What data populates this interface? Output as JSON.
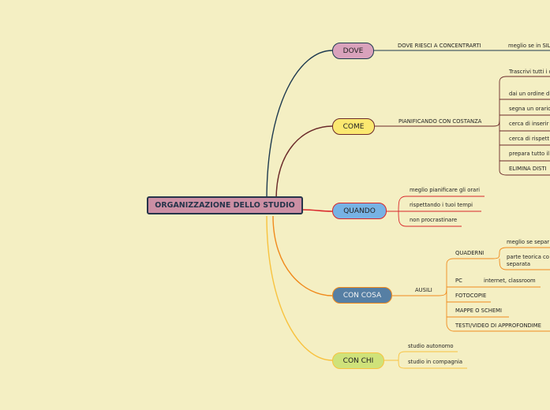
{
  "root": "ORGANIZZAZIONE DELLO STUDIO",
  "branches": {
    "dove": {
      "label": "DOVE",
      "sub": "DOVE RIESCI A CONCENTRARTI",
      "detail": "meglio se in SIL"
    },
    "come": {
      "label": "COME",
      "sub": "PIANIFICANDO CON COSTANZA",
      "items": [
        "Trascrivi tutti i c",
        "dai un ordine d",
        "segna un orario",
        "cerca di inserir",
        "cerca di rispett",
        "prepara tutto il",
        "ELIMINA DISTI"
      ]
    },
    "quando": {
      "label": "QUANDO",
      "items": [
        "meglio pianificare gli orari",
        "rispettando i tuoi tempi",
        "non procrastinare"
      ]
    },
    "concosa": {
      "label": "CON COSA",
      "sub": "AUSILI",
      "quaderni": "QUADERNI",
      "quaderni_items": [
        "meglio se separ",
        "parte teorica co separata"
      ],
      "pc": "PC",
      "pc_item": "internet, classroom",
      "fotocopie": "FOTOCOPIE",
      "mappe": "MAPPE O SCHEMI",
      "testi": "TESTI/VIDEO DI APPROFONDIME"
    },
    "conchi": {
      "label": "CON CHI",
      "items": [
        "studio autonomo",
        "studio in compagnia"
      ]
    }
  },
  "colors": {
    "background": "#f4efc3",
    "root_fill": "#cc8fa4",
    "root_border": "#26344a",
    "dove_fill": "#d9a2bc",
    "dove_line": "#1e3a4f",
    "come_fill": "#fbe870",
    "come_line": "#6b2a2a",
    "quando_fill": "#77b2e4",
    "quando_line": "#d9262a",
    "concosa_fill": "#567fa4",
    "concosa_line": "#f08a1c",
    "conchi_fill": "#cfe27a",
    "conchi_line": "#f8c23e"
  }
}
